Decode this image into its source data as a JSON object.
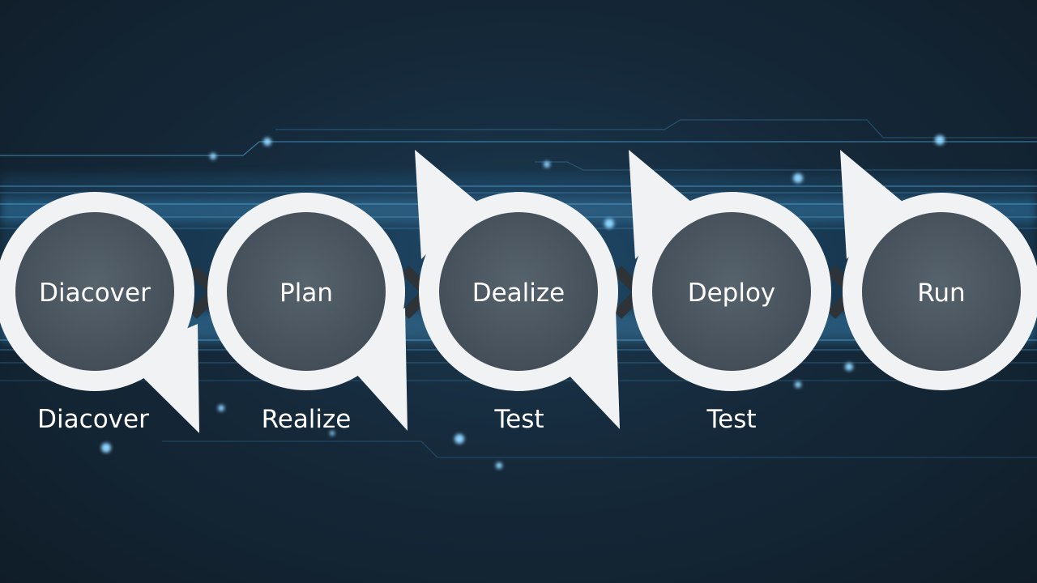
{
  "stages": [
    {
      "title": "Diacover",
      "caption": "Diacover"
    },
    {
      "title": "Plan",
      "caption": "Realize"
    },
    {
      "title": "Dealize",
      "caption": "Test"
    },
    {
      "title": "Deploy",
      "caption": "Test"
    },
    {
      "title": "Run",
      "caption": ""
    }
  ],
  "colors": {
    "bubble_ring": "#f1f2f4",
    "bubble_core": "#4a5660",
    "connector": "#2e3338",
    "glow": "#47a9e8",
    "background": "#15293a"
  }
}
